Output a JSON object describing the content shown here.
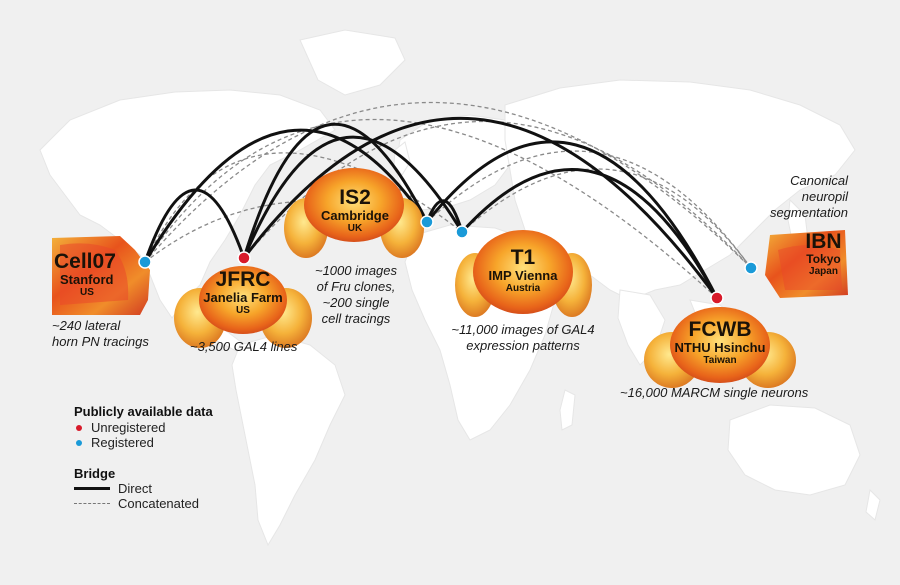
{
  "colors": {
    "unregistered": "#d81a2a",
    "registered": "#1a9ad8",
    "direct": "#111111",
    "concatenated": "#8a8a8a"
  },
  "templates": {
    "cell07": {
      "name": "Cell07",
      "place": "Stanford",
      "country": "US",
      "status": "registered",
      "caption": [
        "~240 lateral",
        "horn PN tracings"
      ]
    },
    "jfrc": {
      "name": "JFRC",
      "place": "Janelia Farm",
      "country": "US",
      "status": "unregistered",
      "caption": [
        "~3,500 GAL4 lines"
      ]
    },
    "is2": {
      "name": "IS2",
      "place": "Cambridge",
      "country": "UK",
      "status": "registered",
      "caption": [
        "~1000 images",
        "of Fru clones,",
        "~200 single",
        "cell tracings"
      ]
    },
    "t1": {
      "name": "T1",
      "place": "IMP Vienna",
      "country": "Austria",
      "status": "registered",
      "caption": [
        "~11,000 images of GAL4",
        "expression patterns"
      ]
    },
    "fcwb": {
      "name": "FCWB",
      "place": "NTHU Hsinchu",
      "country": "Taiwan",
      "status": "unregistered",
      "caption": [
        "~16,000 MARCM single neurons"
      ]
    },
    "ibn": {
      "name": "IBN",
      "place": "Tokyo",
      "country": "Japan",
      "status": "registered",
      "caption": [
        "Canonical",
        "neuropil",
        "segmentation"
      ]
    }
  },
  "legend": {
    "data_title": "Publicly available data",
    "unregistered_label": "Unregistered",
    "registered_label": "Registered",
    "bridge_title": "Bridge",
    "direct_label": "Direct",
    "concatenated_label": "Concatenated"
  }
}
